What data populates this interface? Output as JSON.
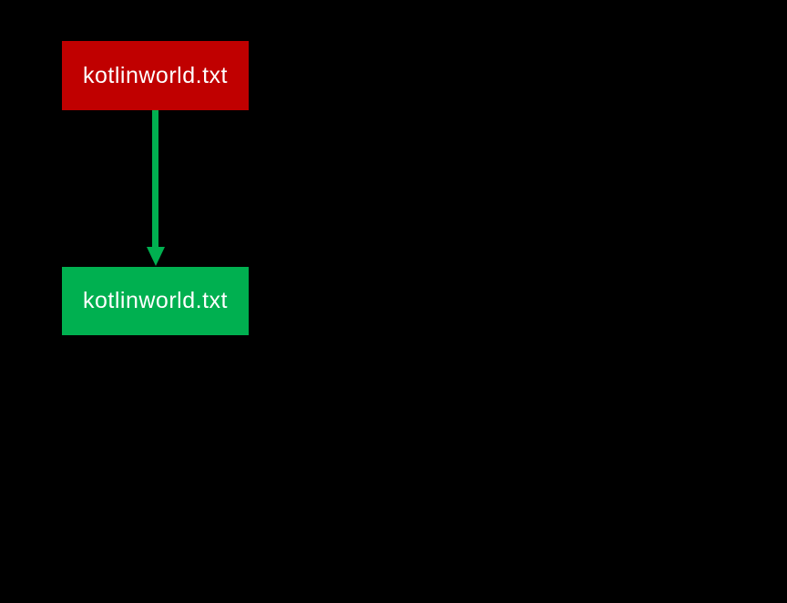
{
  "diagram": {
    "source": {
      "label": "kotlinworld.txt"
    },
    "target": {
      "label": "kotlinworld.txt"
    },
    "connector": {
      "direction": "down"
    }
  },
  "colors": {
    "background": "#000000",
    "source_box": "#c00000",
    "target_box": "#00b050",
    "arrow": "#00b050",
    "label_text": "#ffffff"
  }
}
